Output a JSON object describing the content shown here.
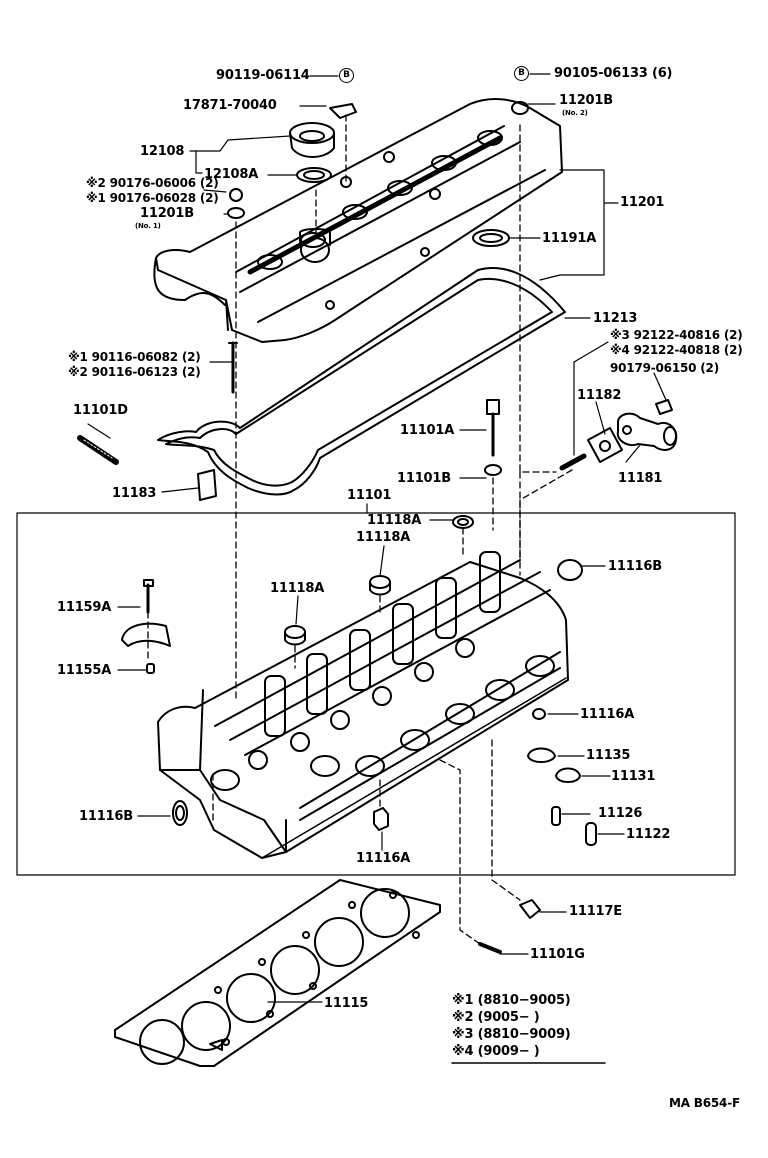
{
  "labels": {
    "p90119": "90119-06114",
    "p90105": "90105-06133 (6)",
    "p17871": "17871-70040",
    "p11201b_top": "11201B",
    "p11201b_top_sub": "(No. 2)",
    "p12108": "12108",
    "p12108a": "12108A",
    "p90176_2": "※2 90176-06006 (2)",
    "p90176_1": "※1 90176-06028 (2)",
    "p11201b_left": "11201B",
    "p11201b_left_sub": "(No. 1)",
    "p11201": "11201",
    "p11191a": "11191A",
    "p11213": "11213",
    "p92122_3": "※3 92122-40816 (2)",
    "p92122_4": "※4 92122-40818 (2)",
    "p90179": "90179-06150 (2)",
    "p90116_1": "※1 90116-06082 (2)",
    "p90116_2": "※2 90116-06123 (2)",
    "p11101d": "11101D",
    "p11101a": "11101A",
    "p11182": "11182",
    "p11101b": "11101B",
    "p11181": "11181",
    "p11183": "11183",
    "p11101": "11101",
    "p11118a_1": "11118A",
    "p11118a_2": "11118A",
    "p11116b_r": "11116B",
    "p11118a_3": "11118A",
    "p11159a": "11159A",
    "p11155a": "11155A",
    "p11116a_r": "11116A",
    "p11135": "11135",
    "p11131": "11131",
    "p11116b_l": "11116B",
    "p11126": "11126",
    "p11122": "11122",
    "p11116a_b": "11116A",
    "p11117e": "11117E",
    "p11101g": "11101G",
    "p11115": "11115"
  },
  "markers": {
    "b_letter": "B"
  },
  "legend": [
    "※1 (8810−9005)",
    "※2 (9005−      )",
    "※3 (8810−9009)",
    "※4 (9009−      )"
  ],
  "reference": "MA B654-F"
}
